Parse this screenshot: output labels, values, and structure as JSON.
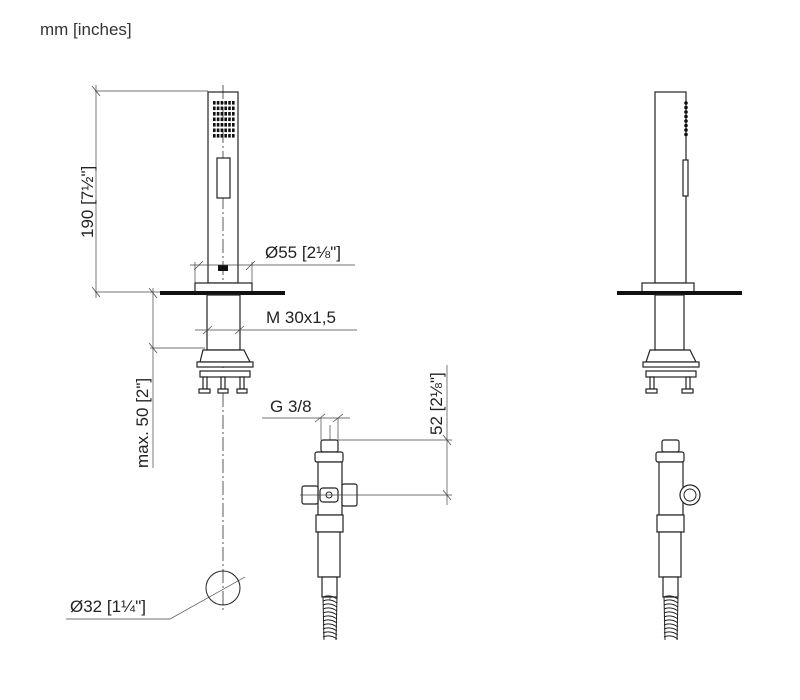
{
  "header": {
    "units": "mm [inches]"
  },
  "dimensions": {
    "height": "190 [7½\"]",
    "flange_diameter": "Ø55 [2⅛\"]",
    "thread": "M 30x1,5",
    "max_depth": "max. 50 [2\"]",
    "hole_diameter": "Ø32 [1¼\"]",
    "connection": "G 3/8",
    "valve_height": "52 [2⅛\"]"
  }
}
